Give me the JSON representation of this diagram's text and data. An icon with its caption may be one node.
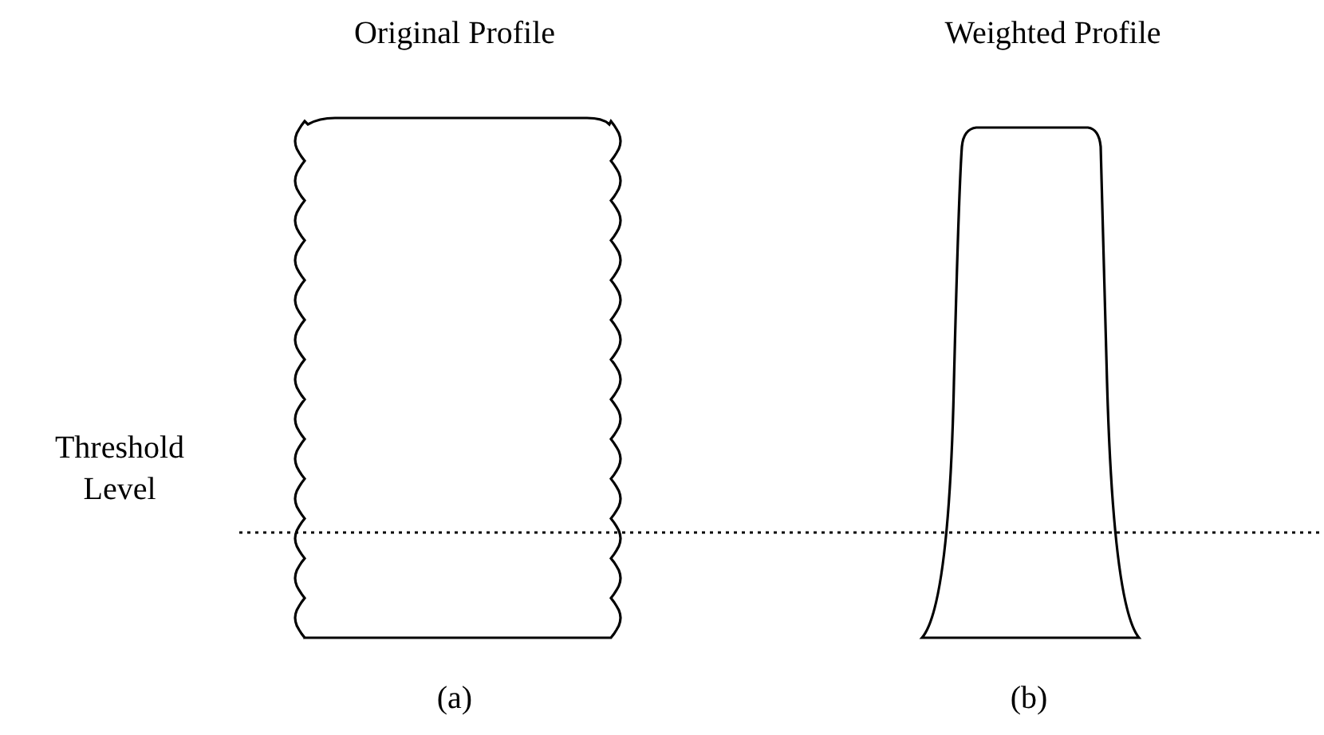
{
  "diagram": {
    "labels": [
      "Original Profile",
      "Weighted Profile",
      "Threshold Level",
      "(a)",
      "(b)"
    ]
  }
}
